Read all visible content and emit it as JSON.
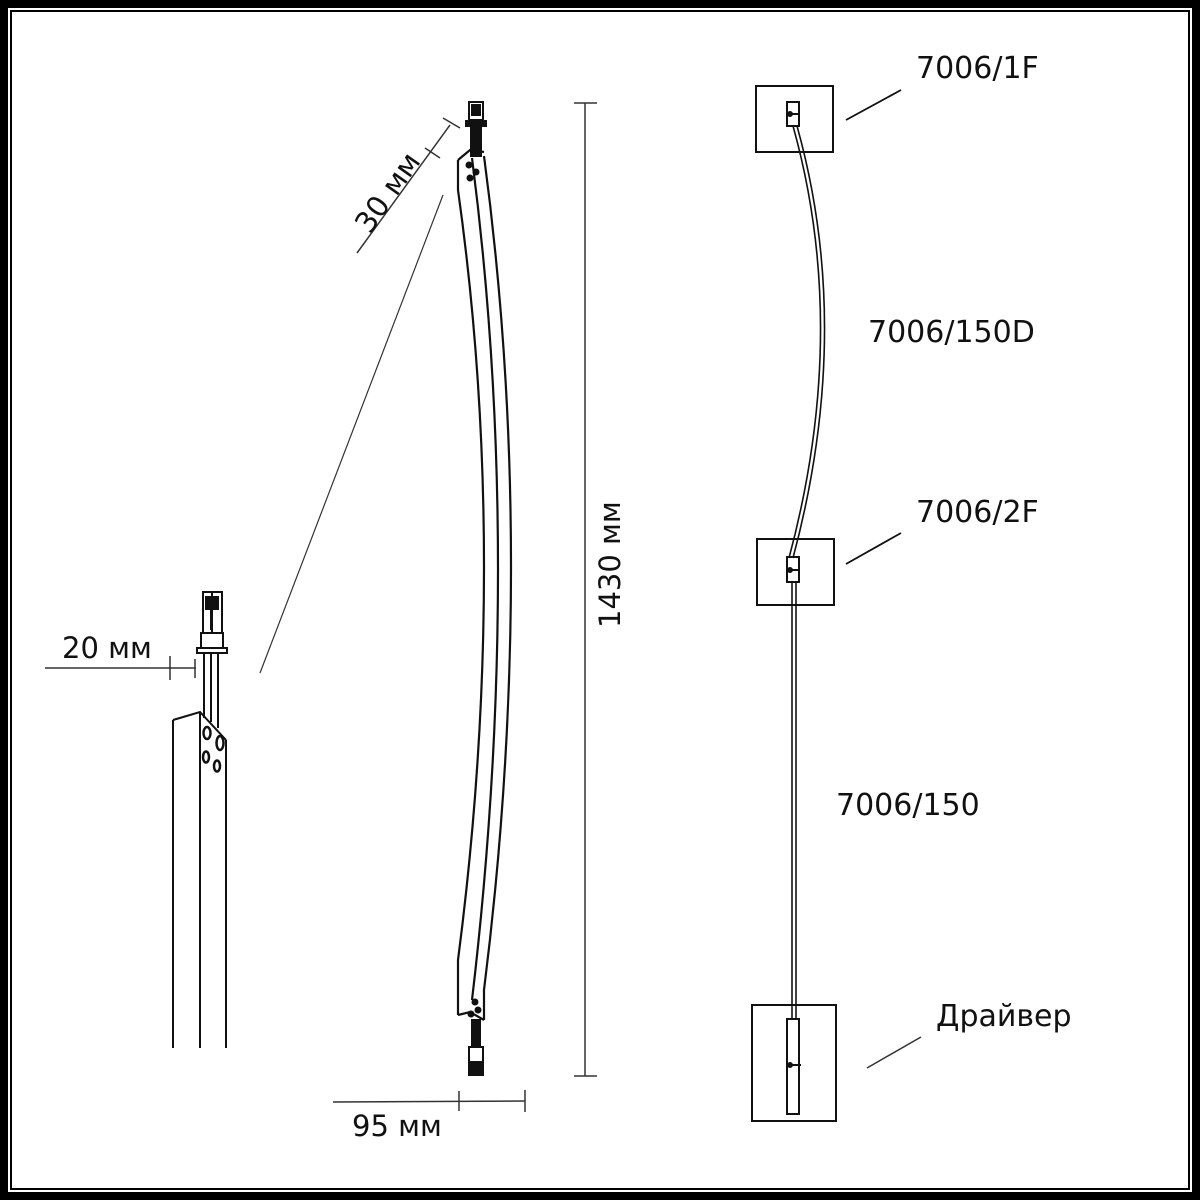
{
  "diagram": {
    "type": "technical drawing - curved LED wall lamp with wiring scheme",
    "line_color": "#111111",
    "background": "#ffffff"
  },
  "dimensions": {
    "height": "1430 мм",
    "width": "95 мм",
    "connector_offset": "30 мм",
    "detail_gap": "20 мм"
  },
  "components": {
    "top_mount": "7006/1F",
    "flexible_cable": "7006/150D",
    "middle_mount": "7006/2F",
    "straight_cable": "7006/150",
    "driver": "Драйвер"
  }
}
